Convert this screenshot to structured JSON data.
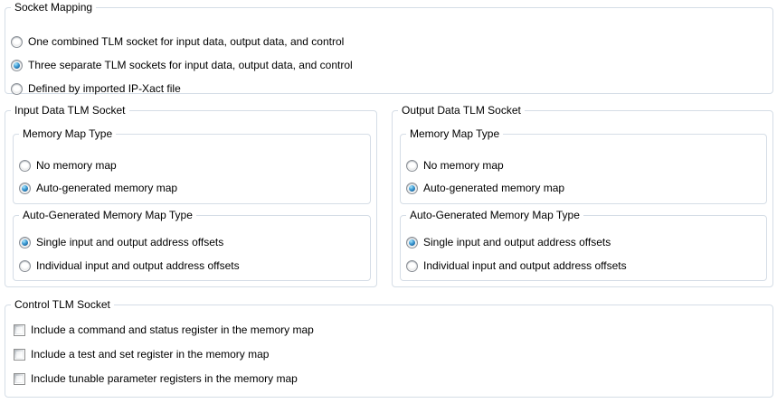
{
  "colors": {
    "background": "#ffffff",
    "groupbox_border": "#d5dde6",
    "radio_selected_dot": "#1a6ba6",
    "text": "#000000"
  },
  "socket_mapping": {
    "title": "Socket Mapping",
    "options": [
      {
        "label": "One combined TLM socket for input data, output data, and control",
        "selected": false
      },
      {
        "label": "Three separate TLM sockets for input data, output data, and control",
        "selected": true
      },
      {
        "label": "Defined by imported IP-Xact file",
        "selected": false
      }
    ]
  },
  "input_socket": {
    "title": "Input Data TLM Socket",
    "memory_map": {
      "title": "Memory Map Type",
      "options": [
        {
          "label": "No memory map",
          "selected": false
        },
        {
          "label": "Auto-generated memory map",
          "selected": true
        }
      ]
    },
    "auto_map": {
      "title": "Auto-Generated Memory Map Type",
      "options": [
        {
          "label": "Single input and output address offsets",
          "selected": true
        },
        {
          "label": "Individual input and output address offsets",
          "selected": false
        }
      ]
    }
  },
  "output_socket": {
    "title": "Output Data TLM Socket",
    "memory_map": {
      "title": "Memory Map Type",
      "options": [
        {
          "label": "No memory map",
          "selected": false
        },
        {
          "label": "Auto-generated memory map",
          "selected": true
        }
      ]
    },
    "auto_map": {
      "title": "Auto-Generated Memory Map Type",
      "options": [
        {
          "label": "Single input and output address offsets",
          "selected": true
        },
        {
          "label": "Individual input and output address offsets",
          "selected": false
        }
      ]
    }
  },
  "control_socket": {
    "title": "Control TLM Socket",
    "options": [
      {
        "label": "Include a command and status register in the memory map",
        "checked": false
      },
      {
        "label": "Include a test and set register in the memory map",
        "checked": false
      },
      {
        "label": "Include tunable parameter registers in the memory map",
        "checked": false
      }
    ]
  }
}
